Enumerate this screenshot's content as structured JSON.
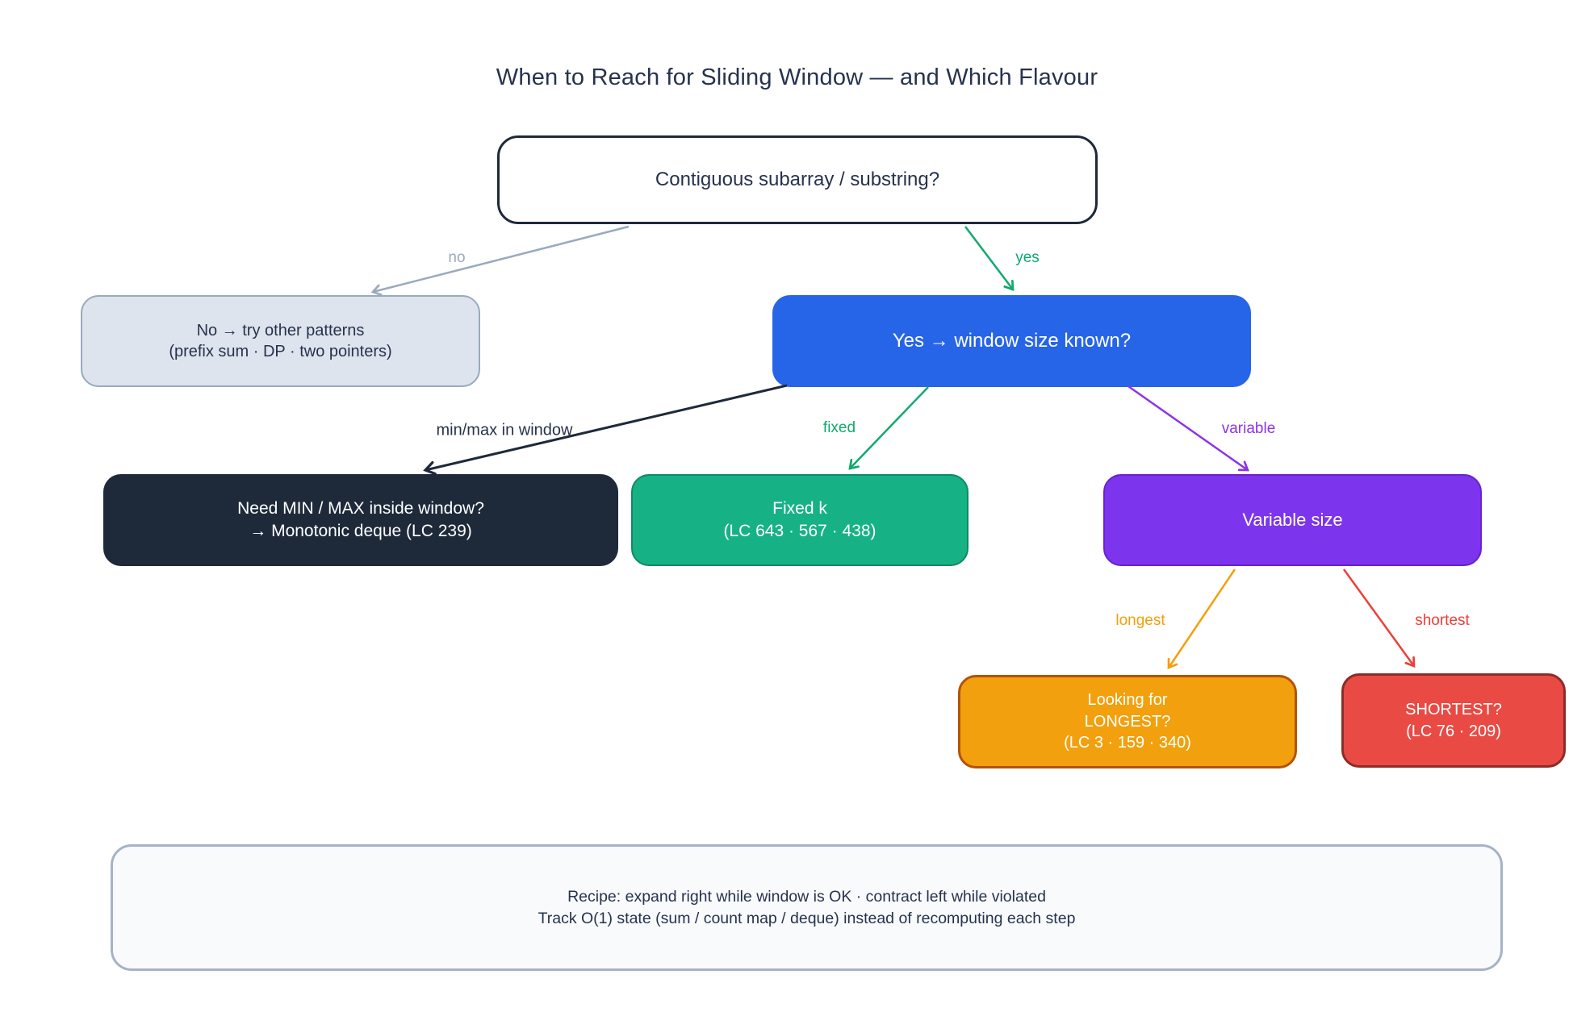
{
  "title": "When to Reach for Sliding Window — and Which Flavour",
  "colors": {
    "ink": "#26334d",
    "ink-fill": "#1e2a3a",
    "gray-edge": "#9aa9bf",
    "gray-fill": "#dee4ee",
    "blue": "#2765e8",
    "green-edge": "#10a96e",
    "green-fill": "#16b286",
    "green-border": "#0d8a63",
    "purple-edge": "#8c33ea",
    "purple-fill": "#7c35ec",
    "purple-border": "#6920d0",
    "orange-edge": "#f59e0b",
    "orange-fill": "#f2a00d",
    "orange-border": "#b45309",
    "red-edge": "#ef3f38",
    "red-fill": "#e94b44",
    "red-border": "#8e2b26",
    "recipe-fill": "#f8fafc",
    "recipe-border": "#a6b3c6"
  },
  "nodes": {
    "root": {
      "lines": [
        "Contiguous subarray / substring?"
      ]
    },
    "no_branch": {
      "lines": [
        "No → try other patterns",
        "(prefix sum · DP · two pointers)"
      ]
    },
    "yes_branch": {
      "lines": [
        "Yes → window size known?"
      ]
    },
    "deque": {
      "lines": [
        "Need MIN / MAX inside window?",
        "→ Monotonic deque (LC 239)"
      ]
    },
    "fixed": {
      "lines": [
        "Fixed k",
        "(LC 643 · 567 · 438)"
      ]
    },
    "variable": {
      "lines": [
        "Variable size"
      ]
    },
    "longest": {
      "lines": [
        "Looking for",
        "LONGEST?",
        "(LC 3 · 159 · 340)"
      ]
    },
    "shortest": {
      "lines": [
        "SHORTEST?",
        "(LC 76 · 209)"
      ]
    },
    "recipe": {
      "lines": [
        "Recipe:  expand right while window is OK  ·  contract left while violated",
        "Track O(1) state (sum / count map / deque) instead of recomputing each step"
      ]
    }
  },
  "edge_labels": {
    "no": "no",
    "yes": "yes",
    "minmax": "min/max in window",
    "fixed": "fixed",
    "variable": "variable",
    "longest": "longest",
    "shortest": "shortest"
  }
}
